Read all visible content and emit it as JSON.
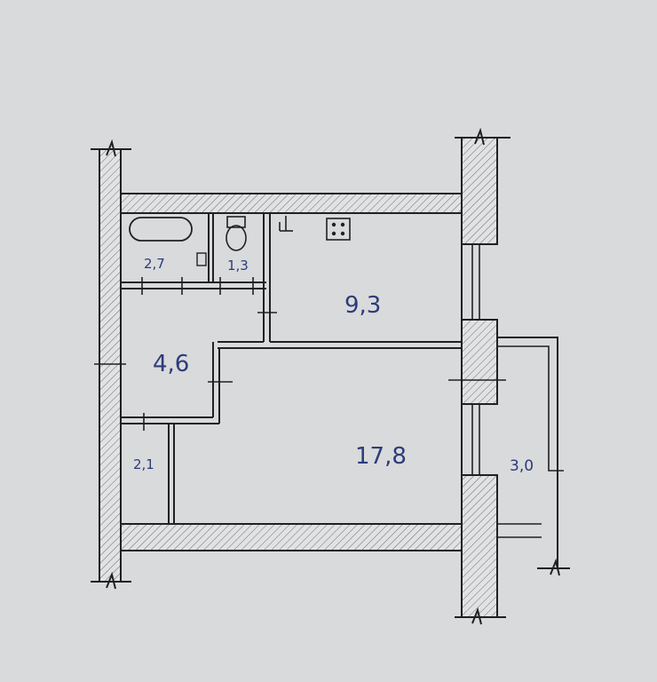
{
  "rooms": {
    "bathroom": "2,7",
    "toilet": "1,3",
    "kitchen": "9,3",
    "hall": "4,6",
    "living_room": "17,8",
    "storage": "2,1",
    "balcony": "3,0"
  },
  "colors": {
    "label": "#2c3c7a",
    "line": "#1f2124",
    "paper": "#d9dadb"
  }
}
